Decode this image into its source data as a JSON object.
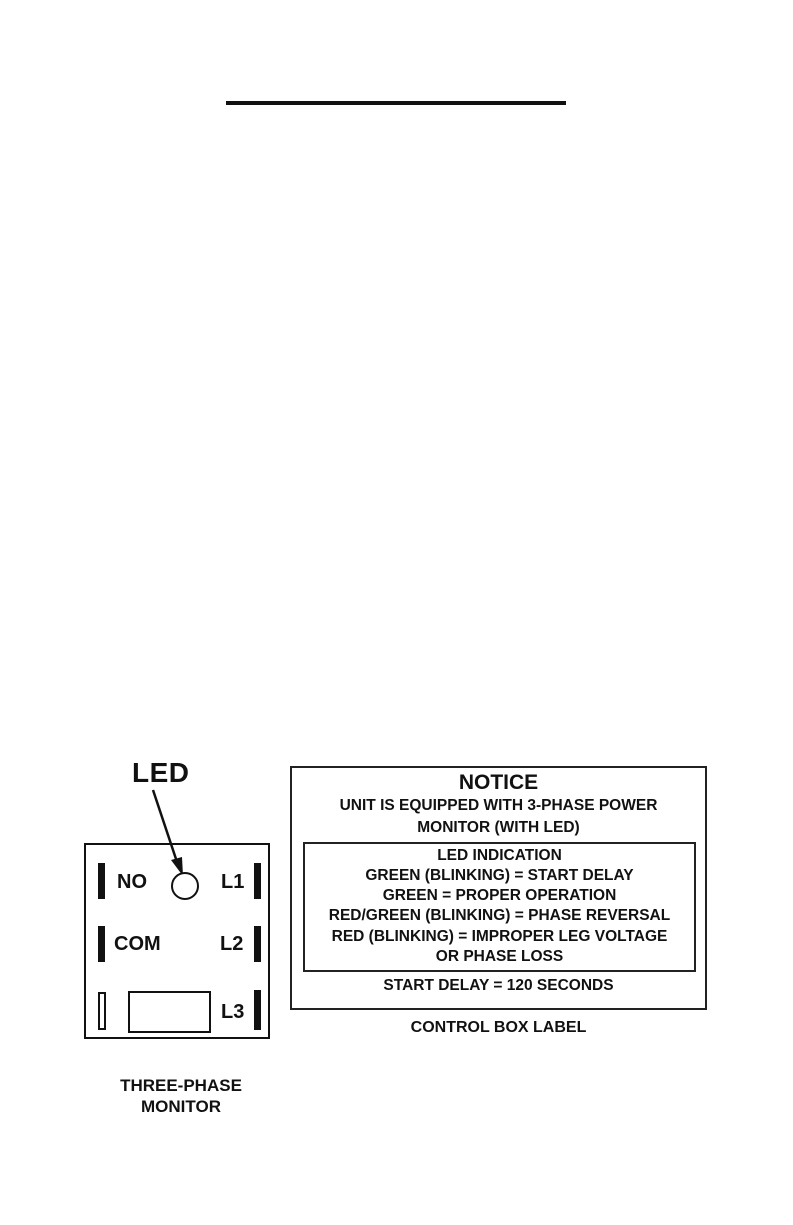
{
  "monitor": {
    "led_label": "LED",
    "terminals": {
      "no": "NO",
      "com": "COM",
      "l1": "L1",
      "l2": "L2",
      "l3": "L3"
    },
    "caption_line1": "THREE-PHASE",
    "caption_line2": "MONITOR"
  },
  "control_label": {
    "title": "NOTICE",
    "line1": "UNIT IS EQUIPPED WITH 3-PHASE POWER",
    "line2": "MONITOR (WITH LED)",
    "led_indication": {
      "heading": "LED INDICATION",
      "items": [
        "GREEN (BLINKING) = START DELAY",
        "GREEN = PROPER OPERATION",
        "RED/GREEN (BLINKING) = PHASE REVERSAL",
        "RED (BLINKING) = IMPROPER LEG VOLTAGE",
        "OR PHASE LOSS"
      ]
    },
    "start_delay": "START DELAY = 120 SECONDS",
    "caption": "CONTROL BOX LABEL"
  }
}
